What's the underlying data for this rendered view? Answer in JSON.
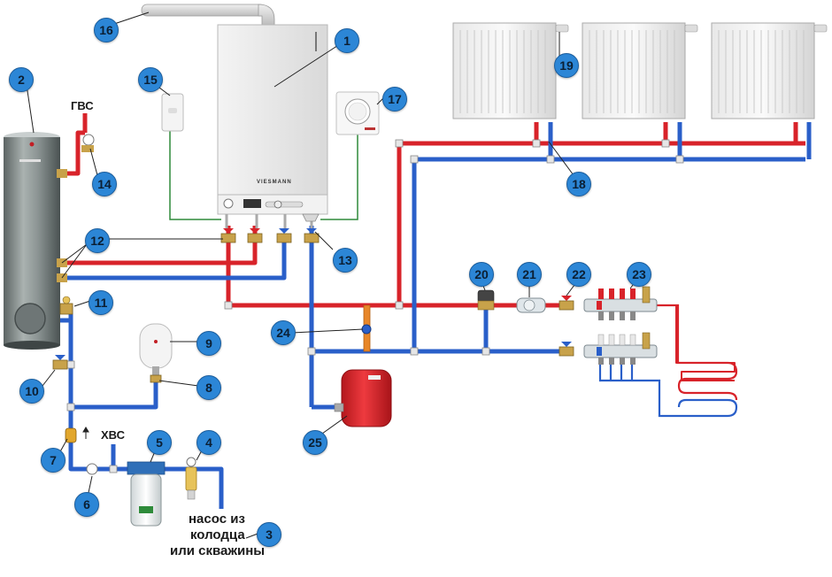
{
  "labels": {
    "hot_water": "ГВС",
    "cold_water": "ХВС",
    "pump_note": [
      "насос из",
      "колодца",
      "или скважины"
    ],
    "boiler_brand": "VIESMANN"
  },
  "callouts": [
    "1",
    "2",
    "3",
    "4",
    "5",
    "6",
    "7",
    "8",
    "9",
    "10",
    "11",
    "12",
    "13",
    "14",
    "15",
    "16",
    "17",
    "18",
    "19",
    "20",
    "21",
    "22",
    "23",
    "24",
    "25"
  ],
  "colors": {
    "hot_pipe": "#d8232a",
    "cold_pipe": "#2a5fc9",
    "green_wire": "#2f8a3a",
    "callout": "#2c86d6"
  }
}
